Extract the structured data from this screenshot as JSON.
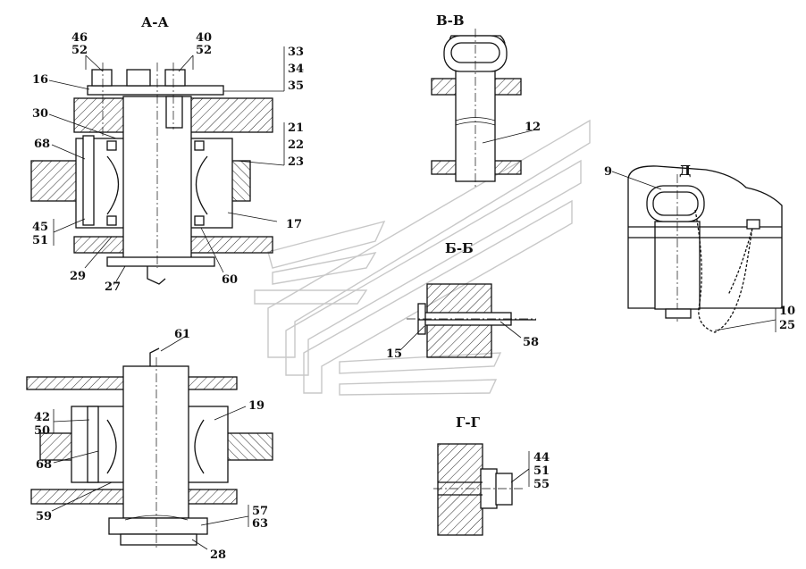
{
  "views": {
    "aa": "А-А",
    "bb_top": "В-В",
    "bb_mid": "Б-Б",
    "gg": "Г-Г",
    "d": "Д"
  },
  "callouts": {
    "c46": "46",
    "c52a": "52",
    "c40": "40",
    "c52b": "52",
    "c33": "33",
    "c34": "34",
    "c35": "35",
    "c16": "16",
    "c30": "30",
    "c68a": "68",
    "c21": "21",
    "c22": "22",
    "c23": "23",
    "c45": "45",
    "c51a": "51",
    "c17": "17",
    "c29": "29",
    "c27": "27",
    "c60": "60",
    "c12": "12",
    "c9": "9",
    "c10": "10",
    "c25": "25",
    "c15": "15",
    "c58": "58",
    "c61": "61",
    "c19": "19",
    "c42": "42",
    "c50": "50",
    "c68b": "68",
    "c59": "59",
    "c57": "57",
    "c63": "63",
    "c28": "28",
    "c44": "44",
    "c51b": "51",
    "c55": "55"
  }
}
